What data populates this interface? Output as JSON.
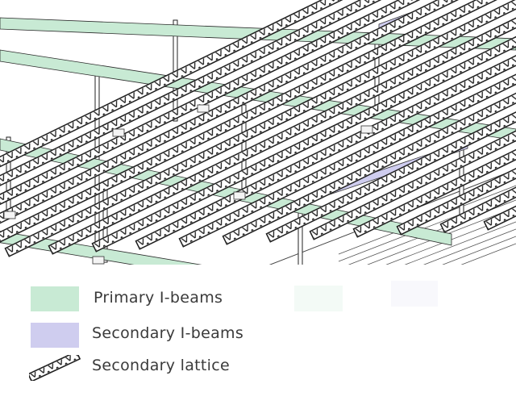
{
  "colors": {
    "primary_beam": "#c8ead4",
    "primary_beam_stroke": "#2a2a2a",
    "secondary_beam": "#cfcdef",
    "lattice_stroke": "#1e1e1e",
    "label_text": "#3a3a3a"
  },
  "legend": {
    "items": [
      {
        "key": "primary",
        "label": "Primary I-beams"
      },
      {
        "key": "secondary",
        "label": "Secondary I-beams"
      },
      {
        "key": "lattice",
        "label": "Secondary lattice"
      }
    ]
  }
}
